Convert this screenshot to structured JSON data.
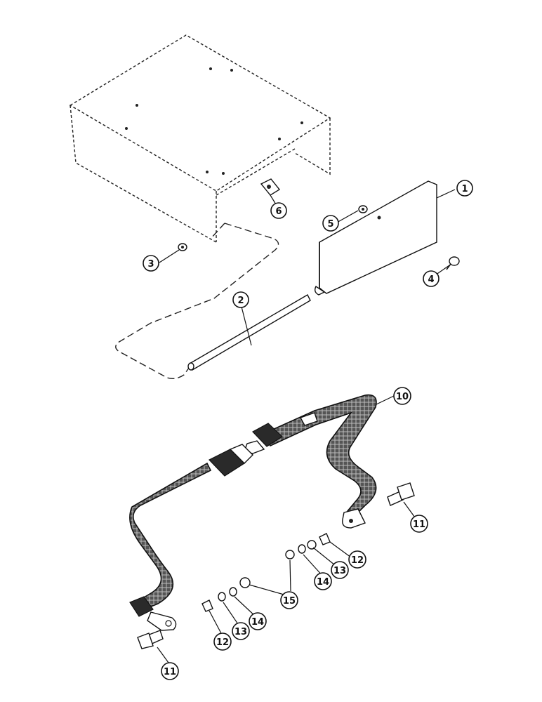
{
  "callouts": [
    {
      "id": "1",
      "label": "1"
    },
    {
      "id": "2",
      "label": "2"
    },
    {
      "id": "3",
      "label": "3"
    },
    {
      "id": "4",
      "label": "4"
    },
    {
      "id": "5",
      "label": "5"
    },
    {
      "id": "6",
      "label": "6"
    },
    {
      "id": "10",
      "label": "10"
    },
    {
      "id": "11a",
      "label": "11"
    },
    {
      "id": "11b",
      "label": "11"
    },
    {
      "id": "12a",
      "label": "12"
    },
    {
      "id": "12b",
      "label": "12"
    },
    {
      "id": "13a",
      "label": "13"
    },
    {
      "id": "13b",
      "label": "13"
    },
    {
      "id": "14a",
      "label": "14"
    },
    {
      "id": "14b",
      "label": "14"
    },
    {
      "id": "15",
      "label": "15"
    }
  ]
}
